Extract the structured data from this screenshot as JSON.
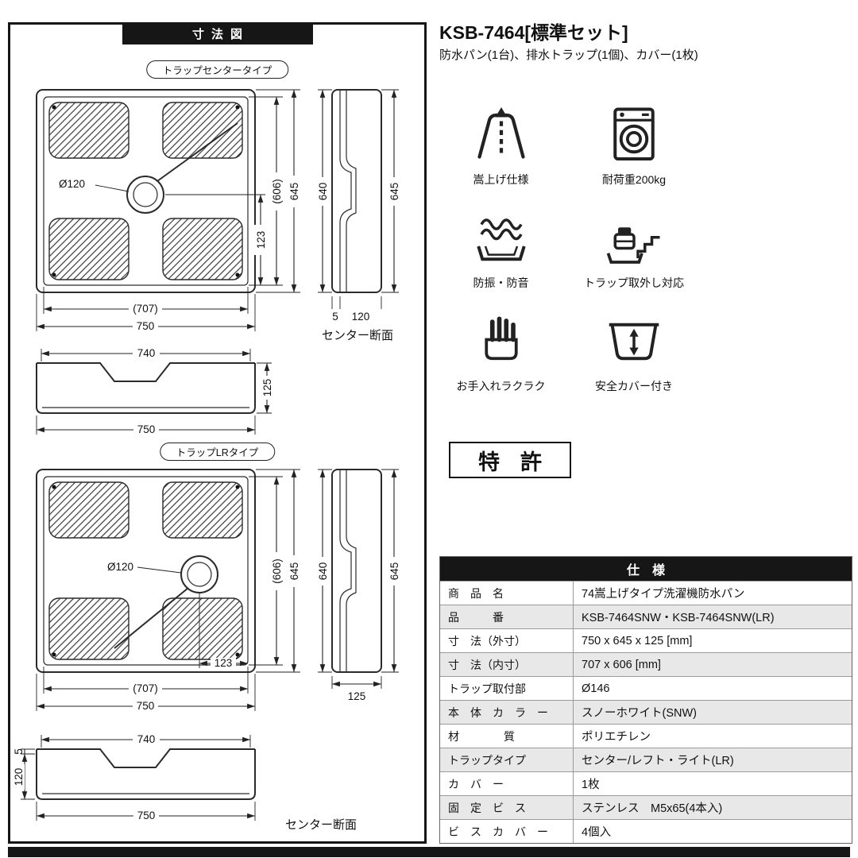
{
  "colors": {
    "panel_border": "#161616",
    "header_bg": "#161616",
    "table_header_bg": "#161616",
    "alt_row_bg": "#e8e8e8",
    "line_color": "#2b2b2b"
  },
  "product": {
    "title": "KSB-7464[標準セット]",
    "subtitle": "防水パン(1台)、排水トラップ(1個)、カバー(1枚)"
  },
  "dimension_panel": {
    "header": "寸法図",
    "diagram1": {
      "label": "トラップセンタータイプ",
      "drain_dia": "Ø120",
      "inner_depth": "(606)",
      "outer_depth": "645",
      "side_inner_h": "640",
      "side_outer_h": "645",
      "trap_offset": "123",
      "inner_width": "(707)",
      "outer_width": "750",
      "base_lip": "5",
      "base_depth": "120",
      "section_caption": "センター断面",
      "front_top": "740",
      "front_height": "125",
      "front_bottom": "750"
    },
    "diagram2": {
      "label": "トラップLRタイプ",
      "drain_dia": "Ø120",
      "inner_depth": "(606)",
      "outer_depth": "645",
      "side_inner_h": "640",
      "side_outer_h": "645",
      "trap_offset": "123",
      "inner_width": "(707)",
      "outer_width": "750",
      "side_base": "125",
      "front_top": "740",
      "front_lip": "5",
      "front_depth": "120",
      "front_bottom": "750",
      "section_caption": "センター断面"
    }
  },
  "features": [
    {
      "icon": "riser-icon",
      "label": "嵩上げ仕様"
    },
    {
      "icon": "washer-load-icon",
      "label": "耐荷重200kg"
    },
    {
      "icon": "vibration-icon",
      "label": "防振・防音"
    },
    {
      "icon": "trap-removal-icon",
      "label": "トラップ取外し対応"
    },
    {
      "icon": "easy-clean-icon",
      "label": "お手入れラクラク"
    },
    {
      "icon": "safety-cover-icon",
      "label": "安全カバー付き"
    }
  ],
  "patent": {
    "label": "特許"
  },
  "spec_table": {
    "header": "仕様",
    "rows": [
      {
        "label": "商　品　名",
        "value": "74嵩上げタイプ洗濯機防水パン"
      },
      {
        "label": "品　　　番",
        "value": "KSB-7464SNW・KSB-7464SNW(LR)"
      },
      {
        "label": "寸　法（外寸）",
        "value": "750 x 645 x 125 [mm]"
      },
      {
        "label": "寸　法（内寸）",
        "value": "707 x 606 [mm]"
      },
      {
        "label": "トラップ取付部",
        "value": "Ø146"
      },
      {
        "label": "本　体　カ　ラ　ー",
        "value": "スノーホワイト(SNW)"
      },
      {
        "label": "材　　　　質",
        "value": "ポリエチレン"
      },
      {
        "label": "トラップタイプ",
        "value": "センター/レフト・ライト(LR)"
      },
      {
        "label": "カ　バ　ー",
        "value": "1枚"
      },
      {
        "label": "固　定　ビ　ス",
        "value": "ステンレス　M5x65(4本入)"
      },
      {
        "label": "ビ　ス　カ　バ　ー",
        "value": "4個入"
      }
    ]
  }
}
